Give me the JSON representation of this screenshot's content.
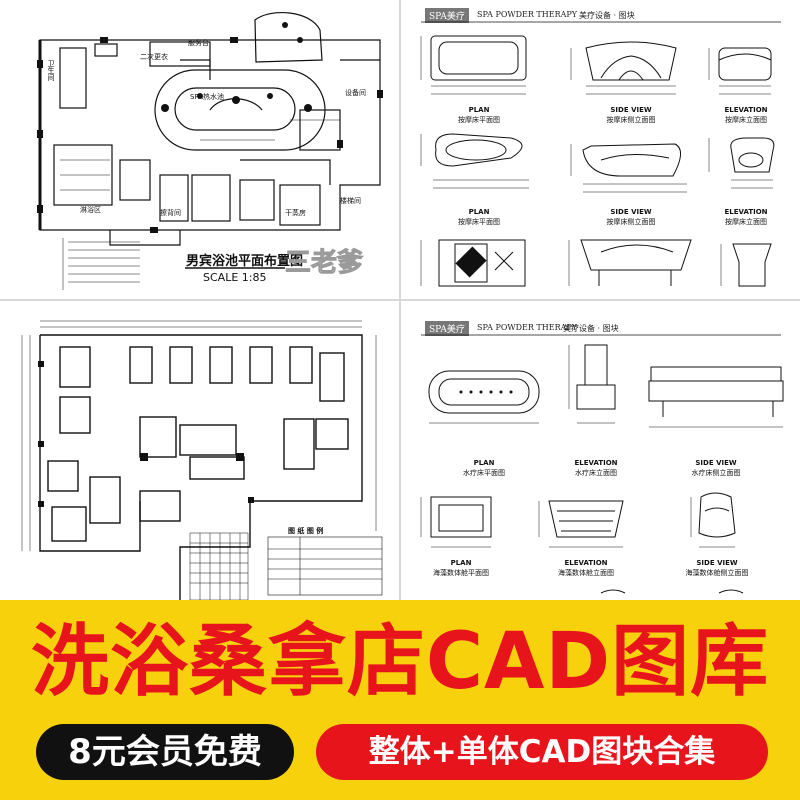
{
  "banner": {
    "headline": "洗浴桑拿店CAD图库",
    "promo_left": "8元会员免费",
    "promo_right": "整体+单体CAD图块合集",
    "colors": {
      "background": "#f7d10c",
      "headline": "#e8141c",
      "pill_left": "#111111",
      "pill_right": "#e8141c"
    }
  },
  "panel_top_left": {
    "drawing_title": "男宾浴池平面布置图",
    "scale": "SCALE 1:85",
    "watermark": "三老爹",
    "room_labels": [
      "卫生间",
      "服务台",
      "二次更衣",
      "SPA热水池",
      "设备间",
      "淋浴区",
      "擦背间",
      "干蒸房",
      "楼梯间"
    ]
  },
  "panel_top_right": {
    "tag": "SPA美疗",
    "header": "SPA POWDER THERAPY",
    "header_cn": "美疗设备 · 图块",
    "rows": [
      {
        "labels": [
          "PLAN",
          "SIDE VIEW",
          "ELEVATION"
        ],
        "subs": [
          "按摩床平面图",
          "按摩床侧立面图",
          "按摩床立面图"
        ]
      },
      {
        "labels": [
          "PLAN",
          "SIDE VIEW",
          "ELEVATION"
        ],
        "subs": [
          "按摩床平面图",
          "按摩床侧立面图",
          "按摩床立面图"
        ]
      }
    ]
  },
  "panel_bottom_left": {
    "legend_title": "图 纸 图 例"
  },
  "panel_bottom_right": {
    "tag": "SPA美疗",
    "header": "SPA POWDER THERAPY",
    "header_cn": "美疗设备 · 图块",
    "rows": [
      {
        "labels": [
          "PLAN",
          "ELEVATION",
          "SIDE VIEW"
        ],
        "subs": [
          "水疗床平面图",
          "水疗床立面图",
          "水疗床侧立面图"
        ]
      },
      {
        "labels": [
          "PLAN",
          "ELEVATION",
          "SIDE VIEW"
        ],
        "subs": [
          "海藻数体舱平面图",
          "海藻数体舱立面图",
          "海藻数体舱侧立面图"
        ]
      }
    ]
  }
}
